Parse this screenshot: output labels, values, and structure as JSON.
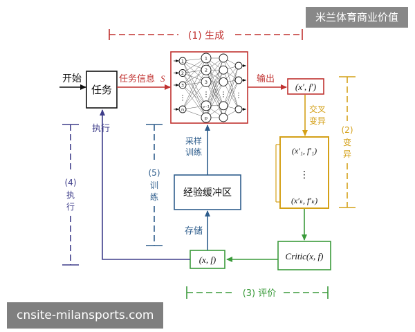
{
  "overlay": {
    "brand": "米兰体育商业价值",
    "site": "cnsite-milansports.com"
  },
  "colors": {
    "generate": "#c0312f",
    "mutate": "#d4a017",
    "evaluate": "#3a9a3a",
    "execute": "#3e3d8a",
    "train": "#2e5d8c",
    "ink": "#111111"
  },
  "labels": {
    "start": "开始",
    "task": "任务",
    "task_info": "任务信息",
    "task_info_var": "S",
    "output": "输出",
    "generate": "(1) 生成",
    "mutate_num": "(2)",
    "mutate_chars": [
      "变",
      "异"
    ],
    "crossover_line1": "交叉",
    "crossover_line2": "变异",
    "evaluate": "(3) 评价",
    "execute_num": "(4)",
    "execute_chars": [
      "执",
      "行"
    ],
    "execute_label": "执行",
    "train_num": "(5)",
    "train_chars": [
      "训",
      "练"
    ],
    "sample_line1": "采样",
    "sample_line2": "训练",
    "buffer": "经验缓冲区",
    "store": "存储"
  },
  "math": {
    "xf_prime": "(x′, f′)",
    "pop_first": "(x′₁, f′₁)",
    "pop_dots": "⋮",
    "pop_last": "(x′ₖ, f′ₖ)",
    "critic": "Critic(x, f)",
    "xf": "(x, f)"
  },
  "network": {
    "input_nodes": [
      "1",
      "2",
      "3",
      "⋮",
      "n"
    ],
    "hidden1_nodes": [
      "1",
      "2",
      "3",
      "⋮",
      "p−1",
      "p"
    ],
    "hidden2_nodes": [
      "",
      "",
      "",
      "⋮",
      "",
      ""
    ],
    "output_nodes": [
      "",
      "",
      "⋮",
      ""
    ]
  }
}
